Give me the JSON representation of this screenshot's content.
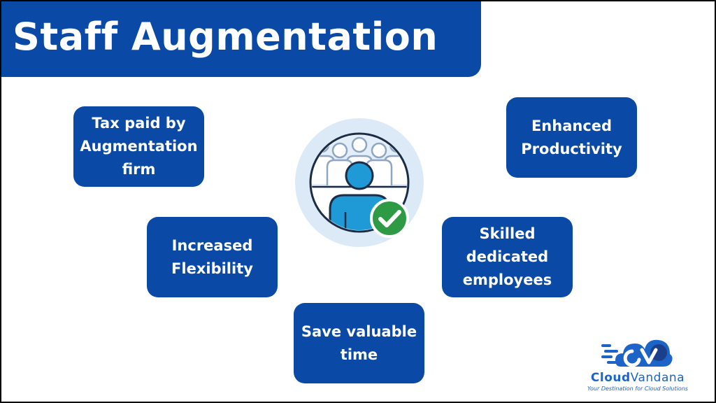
{
  "title": "Staff Augmentation",
  "benefits": {
    "tax": "Tax paid by\nAugmentation\nfirm",
    "enhanced": "Enhanced\nProductivity",
    "increased": "Increased\nFlexibility",
    "skilled": "Skilled\ndedicated\nemployees",
    "save": "Save valuable\ntime"
  },
  "logo": {
    "name_part1": "Cloud",
    "name_part2": "Vandana",
    "tagline": "Your Destination for Cloud Solutions"
  },
  "colors": {
    "primary": "#0a4aa6",
    "icon_ring": "#dceaf8",
    "icon_person": "#1f9ad6",
    "check_badge": "#2e9a45"
  },
  "icons": {
    "center": "team-member-approved-icon",
    "logo": "cloud-cv-logo-icon"
  }
}
